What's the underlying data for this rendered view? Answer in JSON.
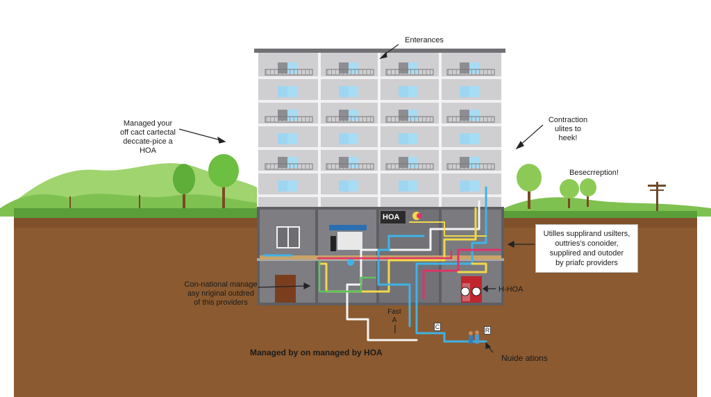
{
  "labels": {
    "entrances": "Enterances",
    "left_managed": "Managed your\noff cact cartectal\ndeccate-pice a\nHOA",
    "contraction": "Contraction\nulites to\nheek!",
    "besecrreption": "Besecrreption!",
    "utilities_box": "Utilles supplirand usilters,\nouttries's conoider,\nsupplired and outoder\nby priafc providers",
    "con_national": "Con-national manage\nasy nriginal outdred\nof this providers",
    "h_hoa": "H-HOA",
    "hoa_sign": "HOA",
    "fast": "Fast\nA",
    "managed_bottom": "Managed by on managed by HOA",
    "nuide": "Nuide ations",
    "marker_c": "C",
    "marker_r": "R"
  },
  "colors": {
    "sky": "#ffffff",
    "hills": "#8fcf5f",
    "grass": "#5a9e3a",
    "soil": "#8b5a30",
    "building": "#c9c9cc",
    "basement": "#6e6e72",
    "pipe_blue": "#3fb3e6",
    "pipe_yellow": "#f2d84a",
    "pipe_red": "#e0336a",
    "pipe_white": "#f4f4f4",
    "pipe_green": "#5ac85a"
  }
}
